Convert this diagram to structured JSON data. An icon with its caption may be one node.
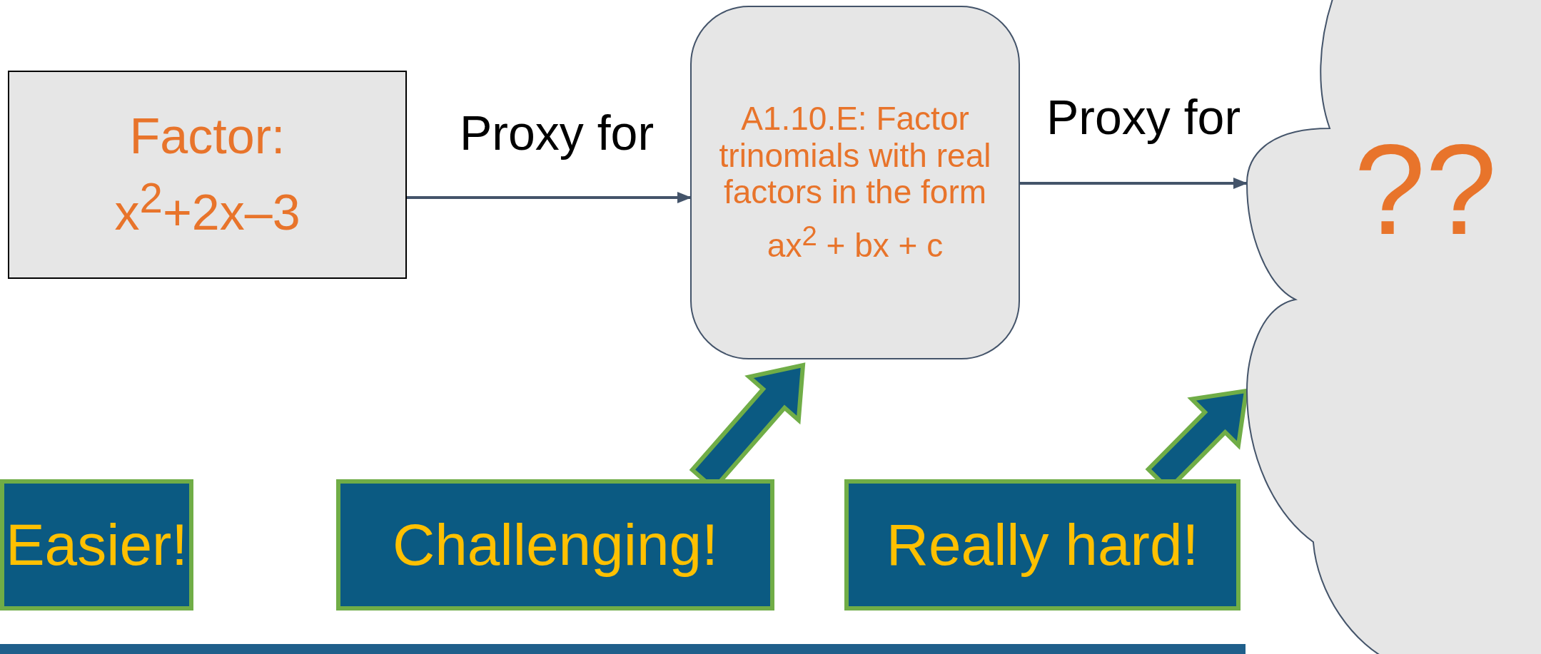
{
  "diagram": {
    "nodes": [
      {
        "text": [
          "Factor:",
          "x$^{2}$+2x–3"
        ]
      },
      {
        "text": [
          "A1.10.E: Factor trinomials with real factors in the form",
          "ax$^{2}$ + bx + c"
        ]
      },
      {
        "text": [
          "??"
        ]
      },
      {
        "text": [
          "Easier!"
        ]
      },
      {
        "text": [
          "Challenging!"
        ]
      },
      {
        "text": [
          "Really hard!"
        ]
      }
    ],
    "edges": [
      {
        "from": 0,
        "to": 1,
        "arrow": "to",
        "label": "Proxy for"
      },
      {
        "from": 1,
        "to": 2,
        "arrow": "to",
        "label": "Proxy for"
      },
      {
        "from": 4,
        "to": 1,
        "arrow": "to",
        "style": "thick",
        "color": "#0b5a82"
      },
      {
        "from": 5,
        "to": 2,
        "arrow": "to",
        "style": "thick",
        "color": "#0b5a82"
      }
    ]
  }
}
